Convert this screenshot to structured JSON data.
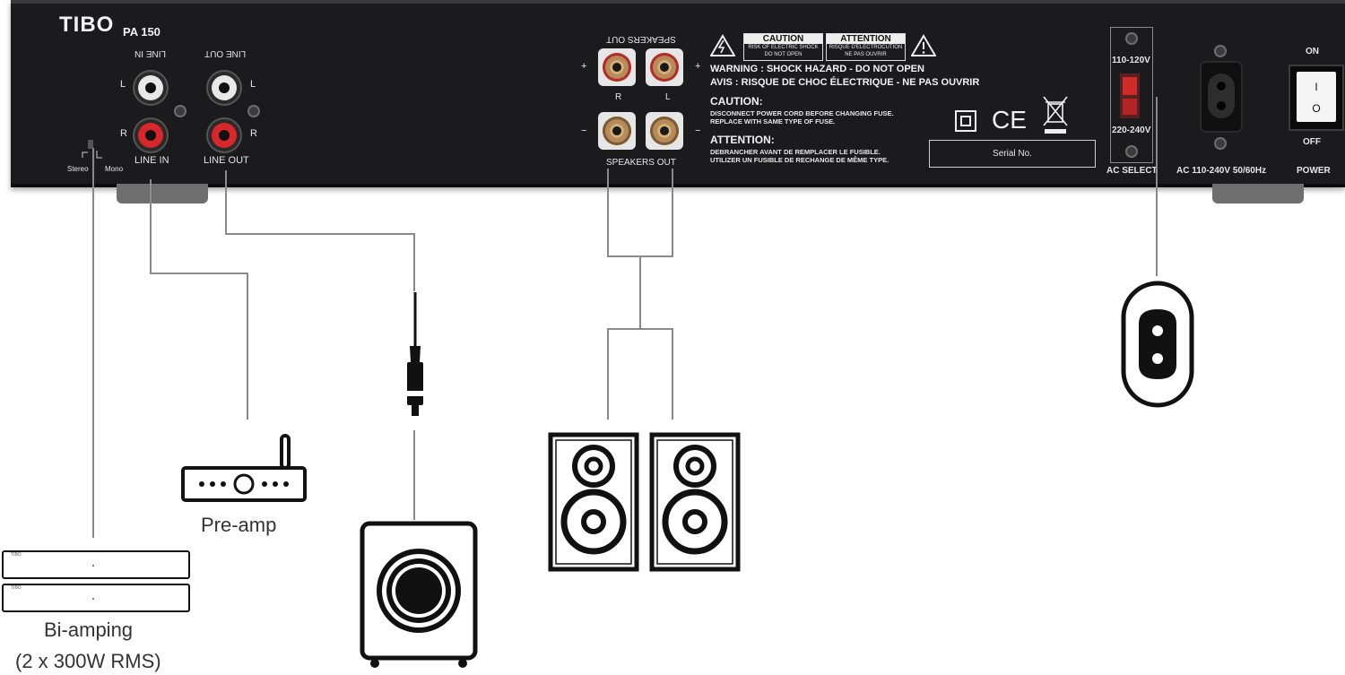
{
  "panel": {
    "brand": "TIBO",
    "model": "PA 150",
    "line_in_top_mirrored": "LINE IN",
    "line_out_top_mirrored": "LINE OUT",
    "channel_l": "L",
    "channel_r": "R",
    "line_in_label": "LINE IN",
    "line_out_label": "LINE OUT",
    "switch_stereo": "Stereo",
    "switch_mono": "Mono",
    "speakers_out_top_mirrored": "SPEAKERS OUT",
    "speakers_out_label": "SPEAKERS OUT",
    "terminal_plus": "+",
    "terminal_minus": "−",
    "caution_box_title": "CAUTION",
    "caution_box_line1": "RISK OF ELECTRIC SHOCK",
    "caution_box_line2": "DO NOT OPEN",
    "attention_box_title": "ATTENTION",
    "attention_box_line1": "RISQUE D'ÉLECTROCUTION",
    "attention_box_line2": "NE PAS OUVRIR",
    "warning_line": "WARNING : SHOCK HAZARD - DO NOT OPEN",
    "avis_line": "AVIS : RISQUE DE CHOC ÉLECTRIQUE - NE PAS OUVRIR",
    "caution_heading": "CAUTION:",
    "caution_text1": "DISCONNECT POWER CORD BEFORE CHANGING FUSE.",
    "caution_text2": "REPLACE  WITH SAME TYPE OF FUSE.",
    "attention_heading": "ATTENTION:",
    "attention_text1": "DEBRANCHER AVANT DE REMPLACER LE FUSIBLE.",
    "attention_text2": "UTILIZER UN FUSIBLE DE RECHANGE DE MÊME TYPE.",
    "ce_mark": "CE",
    "serial_label": "Serial No.",
    "voltage_low": "110-120V",
    "voltage_high": "220-240V",
    "ac_select": "AC SELECT",
    "ac_input": "AC 110-240V 50/60Hz",
    "power_on": "ON",
    "power_off": "OFF",
    "power_label": "POWER",
    "switch_i": "I",
    "switch_o": "O"
  },
  "devices": {
    "biamp_label_line1": "Bi-amping",
    "biamp_label_line2": "(2 x 300W RMS)",
    "biamp_unit_brand": "TIBO",
    "preamp_label": "Pre-amp"
  },
  "icons": [
    "rca-jack-icon",
    "speaker-terminal-icon",
    "warning-triangle-icon",
    "double-insulation-icon",
    "weee-bin-icon",
    "iec-c7-socket-icon",
    "power-switch-icon",
    "router-preamp-icon",
    "subwoofer-icon",
    "bookshelf-speaker-icon",
    "rca-plug-icon",
    "amplifier-unit-icon"
  ],
  "colors": {
    "panel": "#1b1b1d",
    "rca_red": "#d8262a",
    "wire": "#8a8a8a",
    "device_stroke": "#111111"
  }
}
